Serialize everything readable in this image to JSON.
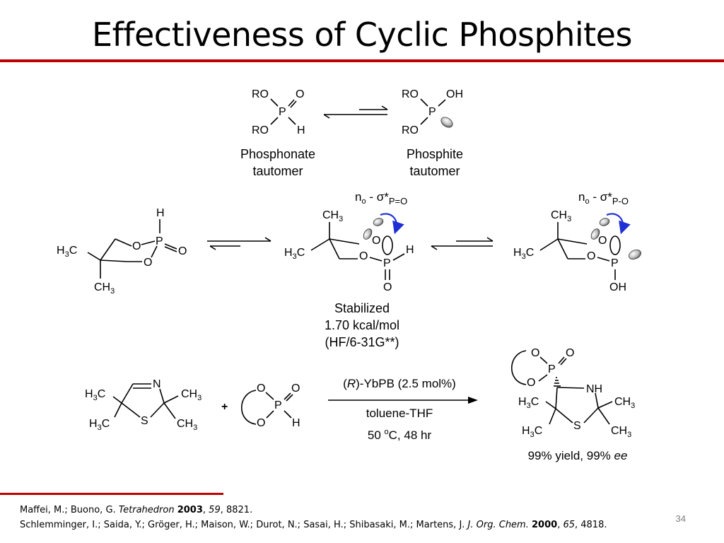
{
  "slide": {
    "title": "Effectiveness of Cyclic Phosphites",
    "page_number": "34",
    "accent_color": "#c00000"
  },
  "tautomers": {
    "phosphonate": {
      "label_line1": "Phosphonate",
      "label_line2": "tautomer",
      "atoms": {
        "ro_top": "RO",
        "o": "O",
        "p": "P",
        "ro_bottom": "RO",
        "h": "H"
      }
    },
    "phosphite": {
      "label_line1": "Phosphite",
      "label_line2": "tautomer",
      "atoms": {
        "ro_top": "RO",
        "oh": "OH",
        "p": "P",
        "ro_bottom": "RO"
      }
    }
  },
  "cyclic": {
    "left": {
      "h": "H",
      "p": "P",
      "o1": "O",
      "o2": "O",
      "o_double": "O",
      "methyl_a_main": "H",
      "methyl_a_sub": "3",
      "methyl_a_tail": "C",
      "methyl_b_main": "CH",
      "methyl_b_sub": "3"
    },
    "middle": {
      "interaction_n": "n",
      "interaction_n_sub": "o",
      "interaction_sep": " - ",
      "interaction_sigma": "σ*",
      "interaction_sub": "P=O",
      "ch3_main": "CH",
      "ch3_sub": "3",
      "h3c_main": "H",
      "h3c_sub": "3",
      "h3c_tail": "C",
      "o_ring_top": "O",
      "o_ring": "O",
      "p": "P",
      "h": "H",
      "o_bottom": "O"
    },
    "right": {
      "interaction_n": "n",
      "interaction_n_sub": "o",
      "interaction_sep": " - ",
      "interaction_sigma": "σ*",
      "interaction_sub": "P-O",
      "ch3_main": "CH",
      "ch3_sub": "3",
      "h3c_main": "H",
      "h3c_sub": "3",
      "h3c_tail": "C",
      "o_ring_top": "O",
      "o_ring": "O",
      "p": "P",
      "oh": "OH"
    },
    "stabilization": {
      "line1": "Stabilized",
      "line2": "1.70 kcal/mol",
      "line3": "(HF/6-31G**)"
    }
  },
  "reaction": {
    "thiazoline": {
      "n": "N",
      "s": "S",
      "h3c_tl_main": "H",
      "h3c_tl_sub": "3",
      "h3c_tl_tail": "C",
      "h3c_bl_main": "H",
      "h3c_bl_sub": "3",
      "h3c_bl_tail": "C",
      "ch3_tr_main": "CH",
      "ch3_tr_sub": "3",
      "ch3_br_main": "CH",
      "ch3_br_sub": "3"
    },
    "plus": "+",
    "phosphite_reagent": {
      "o_top": "O",
      "o_double": "O",
      "p": "P",
      "o_bottom": "O",
      "h": "H"
    },
    "conditions": {
      "catalyst_open": "(",
      "catalyst_r": "R",
      "catalyst_rest": ")-YbPB (2.5 mol%)",
      "solvent": "toluene-THF",
      "temp_value": "50 ",
      "temp_degree": "o",
      "temp_rest": "C, 48 hr"
    },
    "product": {
      "o_left": "O",
      "o_double": "O",
      "p": "P",
      "o_bottom": "O",
      "nh": "NH",
      "s": "S",
      "h3c_a_main": "H",
      "h3c_a_sub": "3",
      "h3c_a_tail": "C",
      "h3c_b_main": "H",
      "h3c_b_sub": "3",
      "h3c_b_tail": "C",
      "ch3_a_main": "CH",
      "ch3_a_sub": "3",
      "ch3_b_main": "CH",
      "ch3_b_sub": "3"
    },
    "yield_text": "99% yield, 99% ",
    "ee_text": "ee"
  },
  "references": [
    {
      "authors": "Maffei, M.; Buono, G. ",
      "journal": "Tetrahedron",
      "year": "2003",
      "volume": "59",
      "pages": ", 8821."
    },
    {
      "authors": "Schlemminger, I.; Saida, Y.; Gröger, H.; Maison, W.; Durot, N.; Sasai, H.; Shibasaki, M.; Martens, J. ",
      "journal": "J. Org. Chem.",
      "year": "2000",
      "volume": "65",
      "pages": ", 4818."
    }
  ]
}
